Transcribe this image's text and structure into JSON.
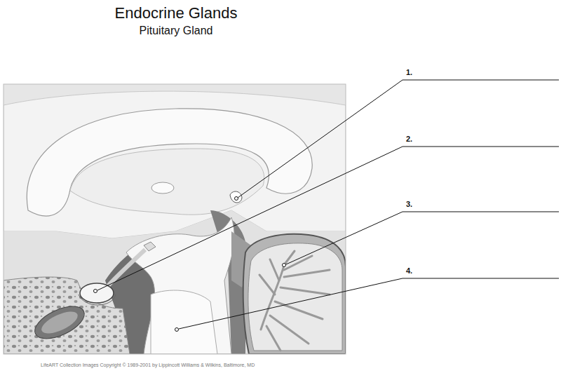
{
  "diagram": {
    "title": "Endocrine Glands",
    "labels": [
      "Pituitary Gland",
      "1.",
      "2.",
      "3.",
      "4.",
      "LifeART Collection Images Copyright © 1989-2001 by Lippincott Williams & Wilkins, Baltimore, MD"
    ]
  }
}
